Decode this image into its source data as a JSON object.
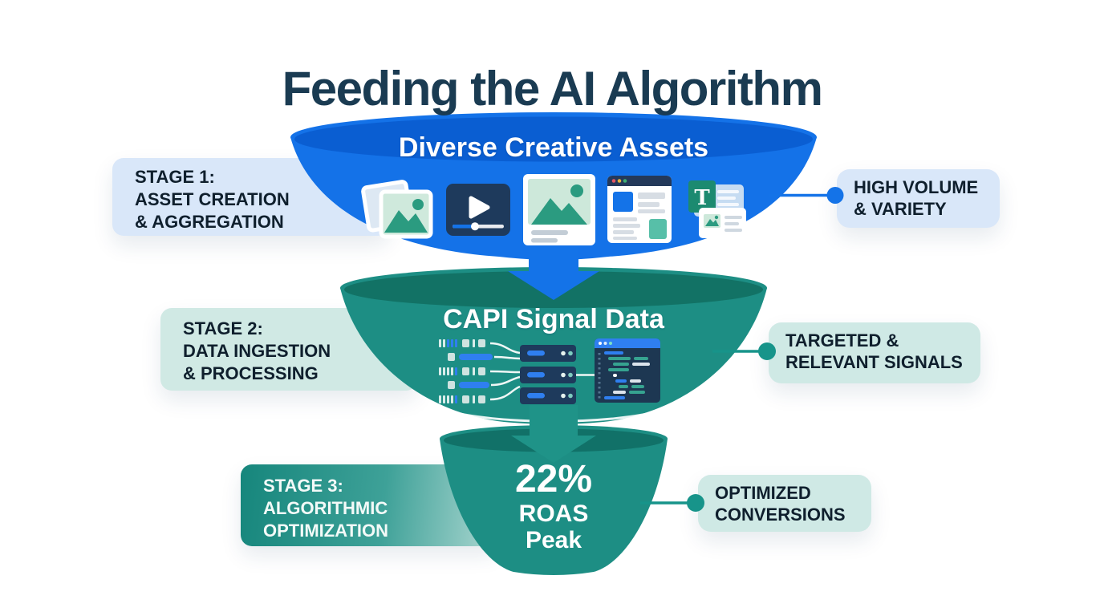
{
  "title": "Feeding the AI Algorithm",
  "stages": [
    {
      "name": "Stage 1",
      "heading": "Diverse Creative Assets",
      "label_lines": [
        "STAGE 1:",
        "ASSET CREATION",
        "& AGGREGATION"
      ],
      "callout_lines": [
        "HIGH VOLUME",
        "& VARIETY"
      ],
      "icons": [
        "photo-stack-icon",
        "video-player-icon",
        "image-card-icon",
        "browser-page-icon",
        "text-ad-icon"
      ]
    },
    {
      "name": "Stage 2",
      "heading": "CAPI Signal Data",
      "label_lines": [
        "STAGE 2:",
        "DATA INGESTION",
        "& PROCESSING"
      ],
      "callout_lines": [
        "TARGETED &",
        "RELEVANT SIGNALS"
      ],
      "icons": [
        "binary-data-icon",
        "server-stack-icon",
        "code-window-icon"
      ]
    },
    {
      "name": "Stage 3",
      "heading_lines": [
        "22%",
        "ROAS",
        "Peak"
      ],
      "label_lines": [
        "STAGE 3:",
        "ALGORITHMIC",
        "OPTIMIZATION"
      ],
      "callout_lines": [
        "OPTIMIZED",
        "CONVERSIONS"
      ]
    }
  ],
  "glyphs": {
    "text_tile_letter": "T"
  },
  "colors": {
    "title_text": "#1a3b52",
    "funnel_blue": "#1472e8",
    "funnel_blue_inner": "#0a5ed2",
    "funnel_teal": "#1d8e84",
    "funnel_teal_inner": "#127265",
    "label_blue_bg": "#d9e7f9",
    "label_teal_bg": "#d0e9e4",
    "stage3_label_gradient_start": "#16867c",
    "stage3_label_gradient_end": "#aed8d2",
    "connector_blue": "#1473e8",
    "connector_teal": "#17948a",
    "label_text": "#0f1f2d",
    "heading_text": "#ffffff"
  }
}
